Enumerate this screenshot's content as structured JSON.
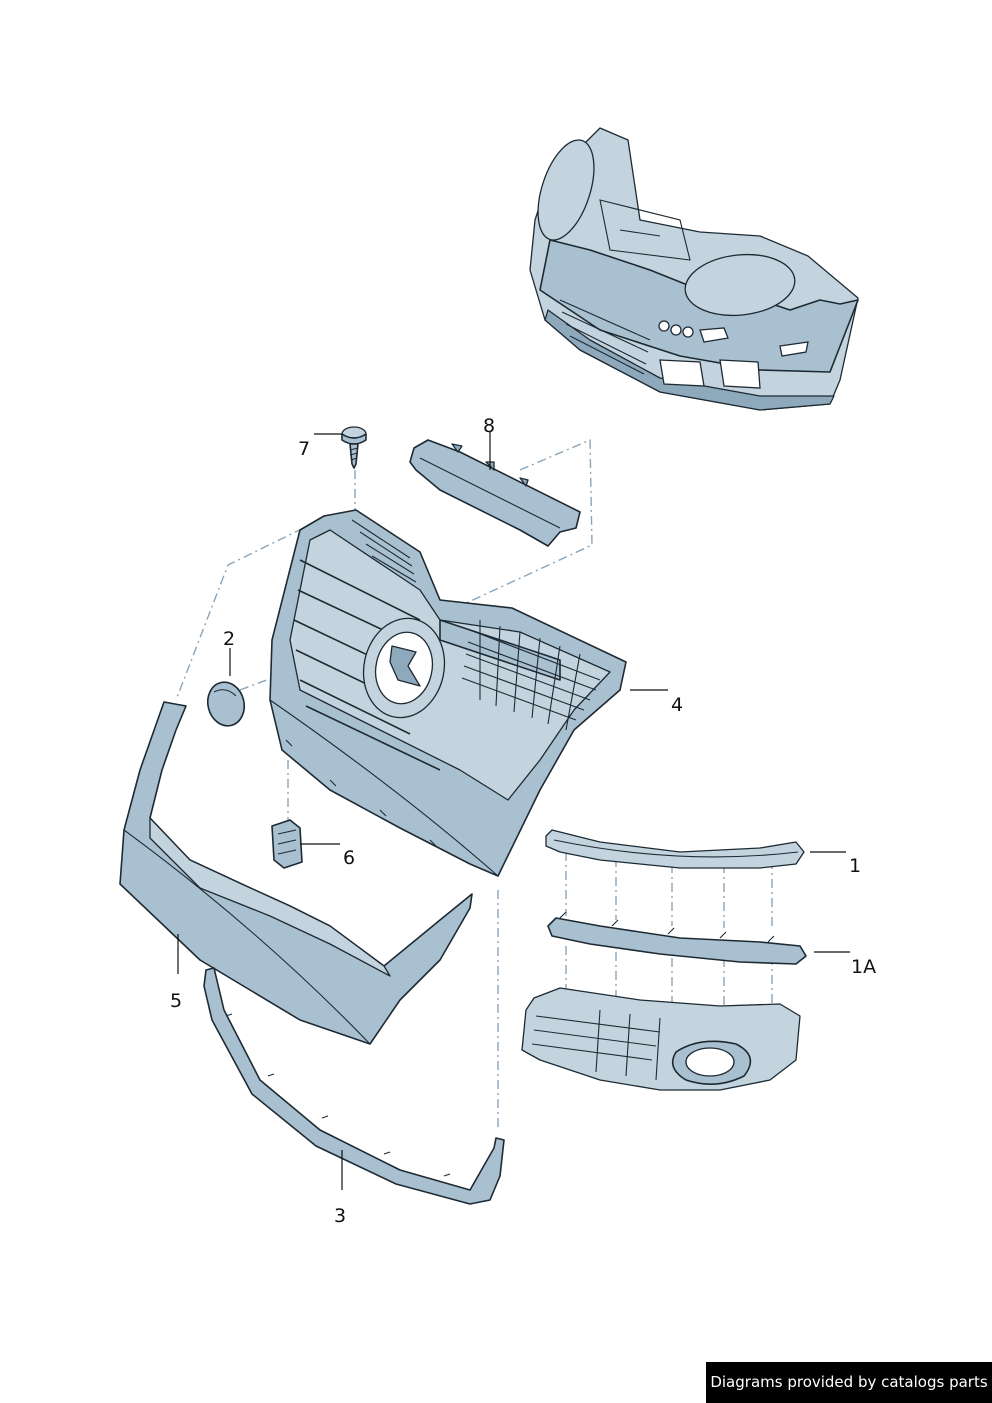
{
  "callouts": {
    "c1": "1",
    "c1a": "1A",
    "c2": "2",
    "c3": "3",
    "c4": "4",
    "c5": "5",
    "c6": "6",
    "c7": "7",
    "c8": "8"
  },
  "credit": "Diagrams provided by catalogs parts",
  "colors": {
    "part_fill": "#a9c0d0",
    "outline": "#1e2a33",
    "dash_line": "#8aa4b8"
  }
}
